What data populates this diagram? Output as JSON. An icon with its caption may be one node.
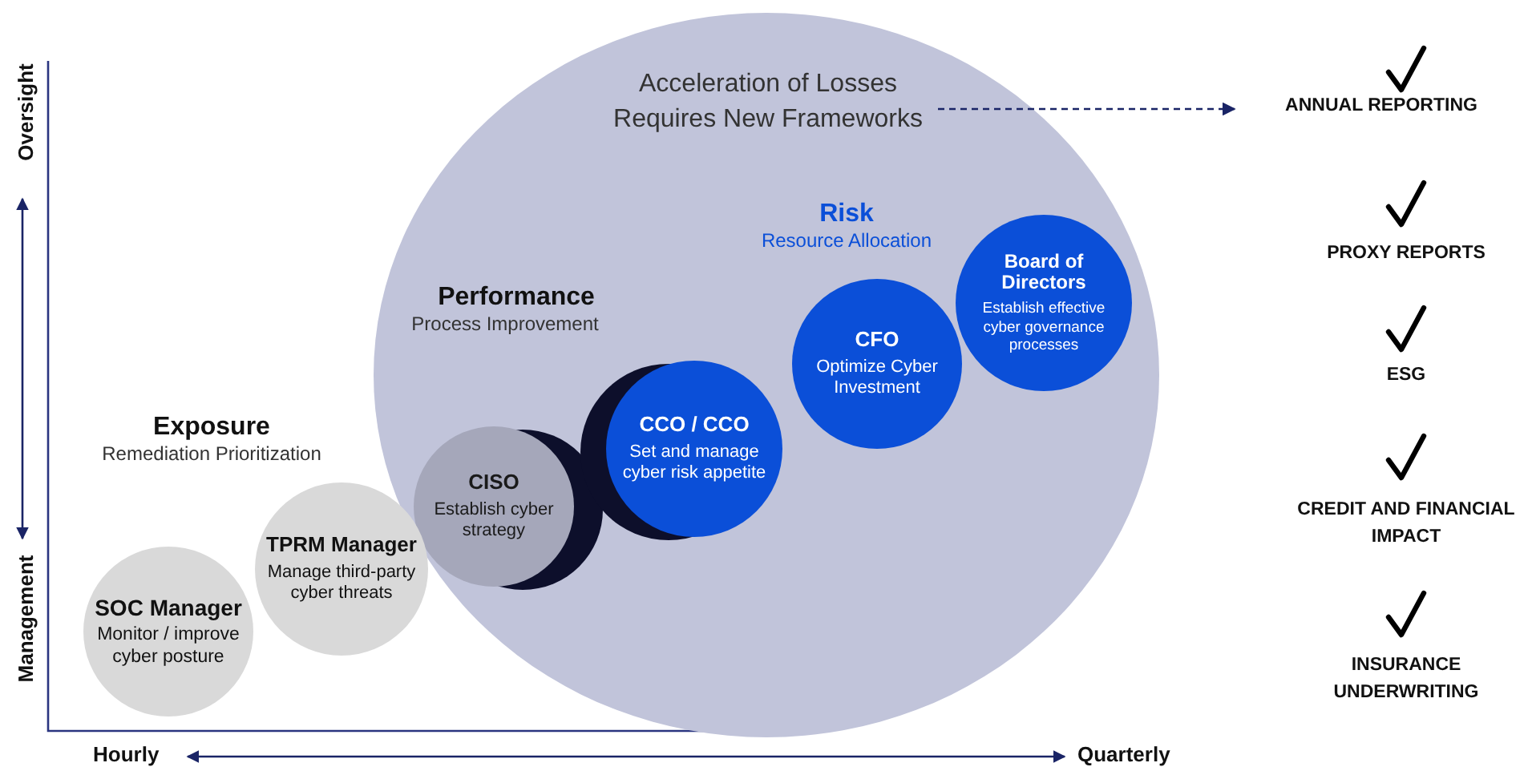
{
  "diagram": {
    "nodes": [
      {
        "text": [],
        "shape": "circle"
      },
      {
        "text": [
          "Acceleration of Losses Requires New Frameworks"
        ],
        "in": 0
      },
      {
        "text": [
          "SOC Manager",
          "Monitor / improve cyber posture"
        ]
      },
      {
        "text": [
          "TPRM Manager",
          "Manage third-party cyber threats"
        ]
      },
      {
        "text": [
          "CISO",
          "Establish cyber strategy"
        ],
        "in": 0
      },
      {
        "text": [
          "CCO / CCO",
          "Set and manage cyber risk appetite"
        ],
        "in": 0
      },
      {
        "text": [
          "CFO",
          "Optimize Cyber Investment"
        ],
        "in": 0
      },
      {
        "text": [
          "Board of Directors",
          "Establish effective cyber governance processes"
        ],
        "in": 0
      },
      {
        "text": [
          "ANNUAL REPORTING"
        ]
      }
    ],
    "edges": [
      {
        "from": 1,
        "to": 8,
        "arrow": "to",
        "style": "dashed"
      }
    ],
    "labels": [
      "Oversight",
      "Risk",
      "Resource Allocation",
      "Performance",
      "Process Improvement",
      "PROXY REPORTS",
      "ESG",
      "Exposure",
      "Remediation Prioritization",
      "CREDIT AND FINANCIAL IMPACT",
      "Management",
      "INSURANCE UNDERWRITING",
      "Hourly",
      "Quarterly"
    ]
  }
}
